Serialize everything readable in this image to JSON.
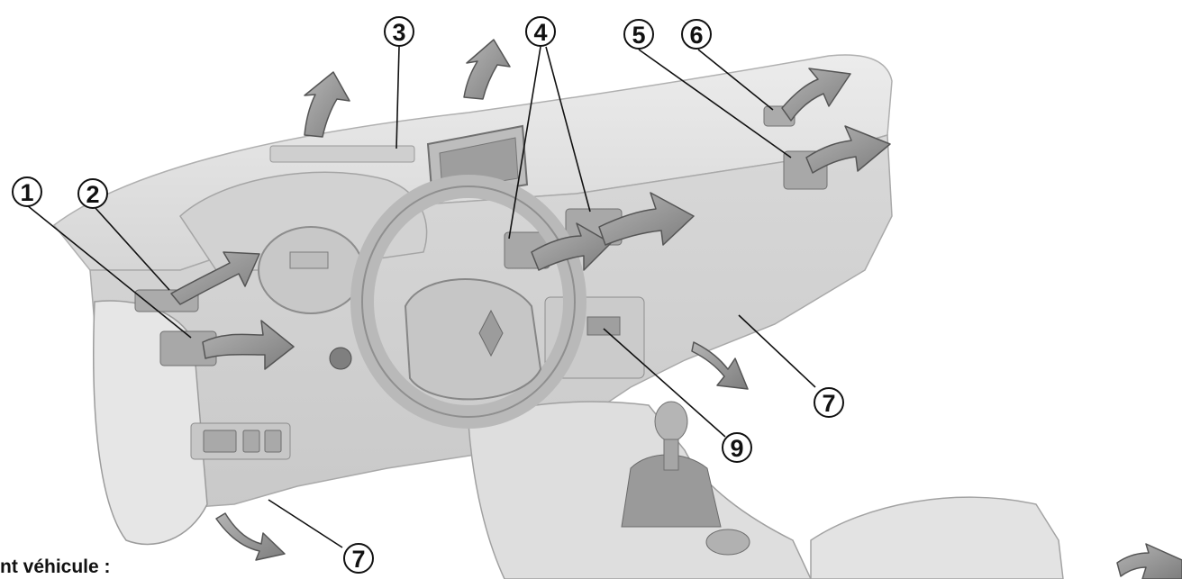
{
  "callouts": [
    {
      "id": "c1",
      "label": "1"
    },
    {
      "id": "c2",
      "label": "2"
    },
    {
      "id": "c3",
      "label": "3"
    },
    {
      "id": "c4",
      "label": "4"
    },
    {
      "id": "c5",
      "label": "5"
    },
    {
      "id": "c6",
      "label": "6"
    },
    {
      "id": "c7a",
      "label": "7"
    },
    {
      "id": "c7b",
      "label": "7"
    },
    {
      "id": "c9",
      "label": "9"
    }
  ],
  "caption": "nt véhicule :",
  "colors": {
    "dashboard": "#dcdcdc",
    "shadow": "#bcbcbc",
    "arrow_fill": "#9a9a9a",
    "line": "#111111"
  }
}
